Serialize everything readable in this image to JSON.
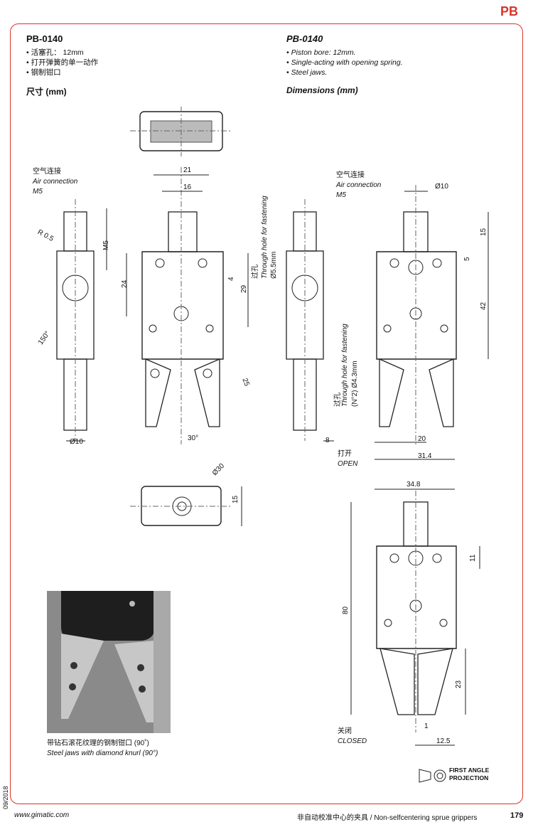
{
  "tab": "PB",
  "left": {
    "title": "PB-0140",
    "bullets": [
      "活塞孔： 12mm",
      "打开弹簧的单一动作",
      "钢制钳口"
    ],
    "dimensions": "尺寸 (mm)"
  },
  "right": {
    "title": "PB-0140",
    "bullets": [
      "Piston bore: 12mm.",
      "Single-acting with opening spring.",
      "Steel jaws."
    ],
    "dimensions": "Dimensions (mm)"
  },
  "labels": {
    "air_cn": "空气连接",
    "air_en": "Air connection",
    "m5": "M5",
    "through_cn": "过孔",
    "through_en": "Through hole for fastening",
    "through_55": "Ø5.5mm",
    "through_43": "(N°2) Ø4.3mm",
    "open_cn": "打开",
    "open_en": "OPEN",
    "closed_cn": "关闭",
    "closed_en": "CLOSED",
    "photo_cn": "带钻石滚花纹理的钢制钳口 (90˚)",
    "photo_en": "Steel jaws with diamond knurl (90°)",
    "projection": [
      "FIRST ANGLE",
      "PROJECTION"
    ]
  },
  "dims": {
    "d21": "21",
    "d16": "16",
    "r05": "R 0.5",
    "m5": "M5",
    "d24": "24",
    "d4": "4",
    "d29": "29",
    "d150": "150°",
    "d25": "25",
    "d30deg": "30°",
    "d10": "Ø10",
    "d30dia": "Ø30",
    "d15": "15",
    "d10b": "Ø10",
    "d15b": "15",
    "d5": "5",
    "d42": "42",
    "d8": "8",
    "d20": "20",
    "d314": "31.4",
    "d348": "34.8",
    "d11": "11",
    "d80": "80",
    "d23": "23",
    "d1": "1",
    "d125": "12.5"
  },
  "footer": {
    "website": "www.gimatic.com",
    "category": "非自动校准中心的夹具 / Non-selfcentering sprue grippers",
    "page": "179",
    "date": "09/2018"
  }
}
